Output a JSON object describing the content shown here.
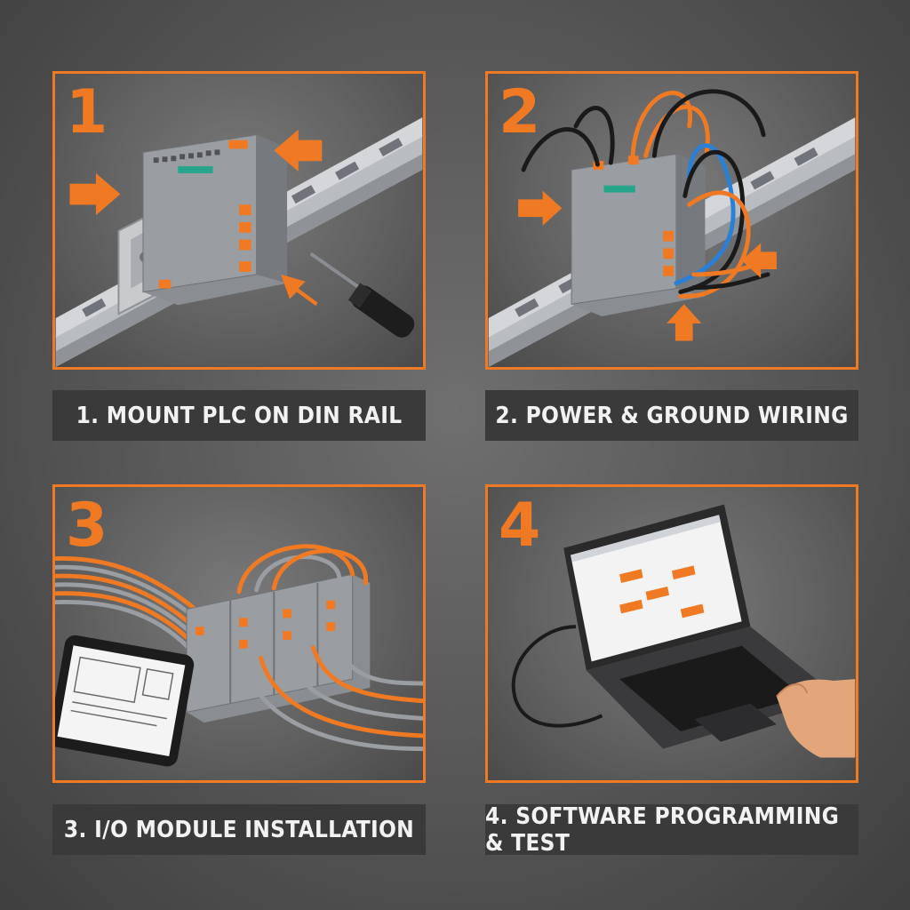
{
  "steps": [
    {
      "number": "1",
      "caption": "1. MOUNT PLC ON DIN RAIL"
    },
    {
      "number": "2",
      "caption": "2. POWER & GROUND WIRING"
    },
    {
      "number": "3",
      "caption": "3. I/O MODULE INSTALLATION"
    },
    {
      "number": "4",
      "caption": "4. SOFTWARE PROGRAMMING & TEST"
    }
  ],
  "colors": {
    "accent": "#f07a24",
    "caption_bg": "#3a3a3a",
    "caption_text": "#f2f2f2"
  },
  "icons": [
    "arrow-icon",
    "screwdriver-icon",
    "tablet-icon",
    "laptop-icon",
    "hand-icon"
  ]
}
